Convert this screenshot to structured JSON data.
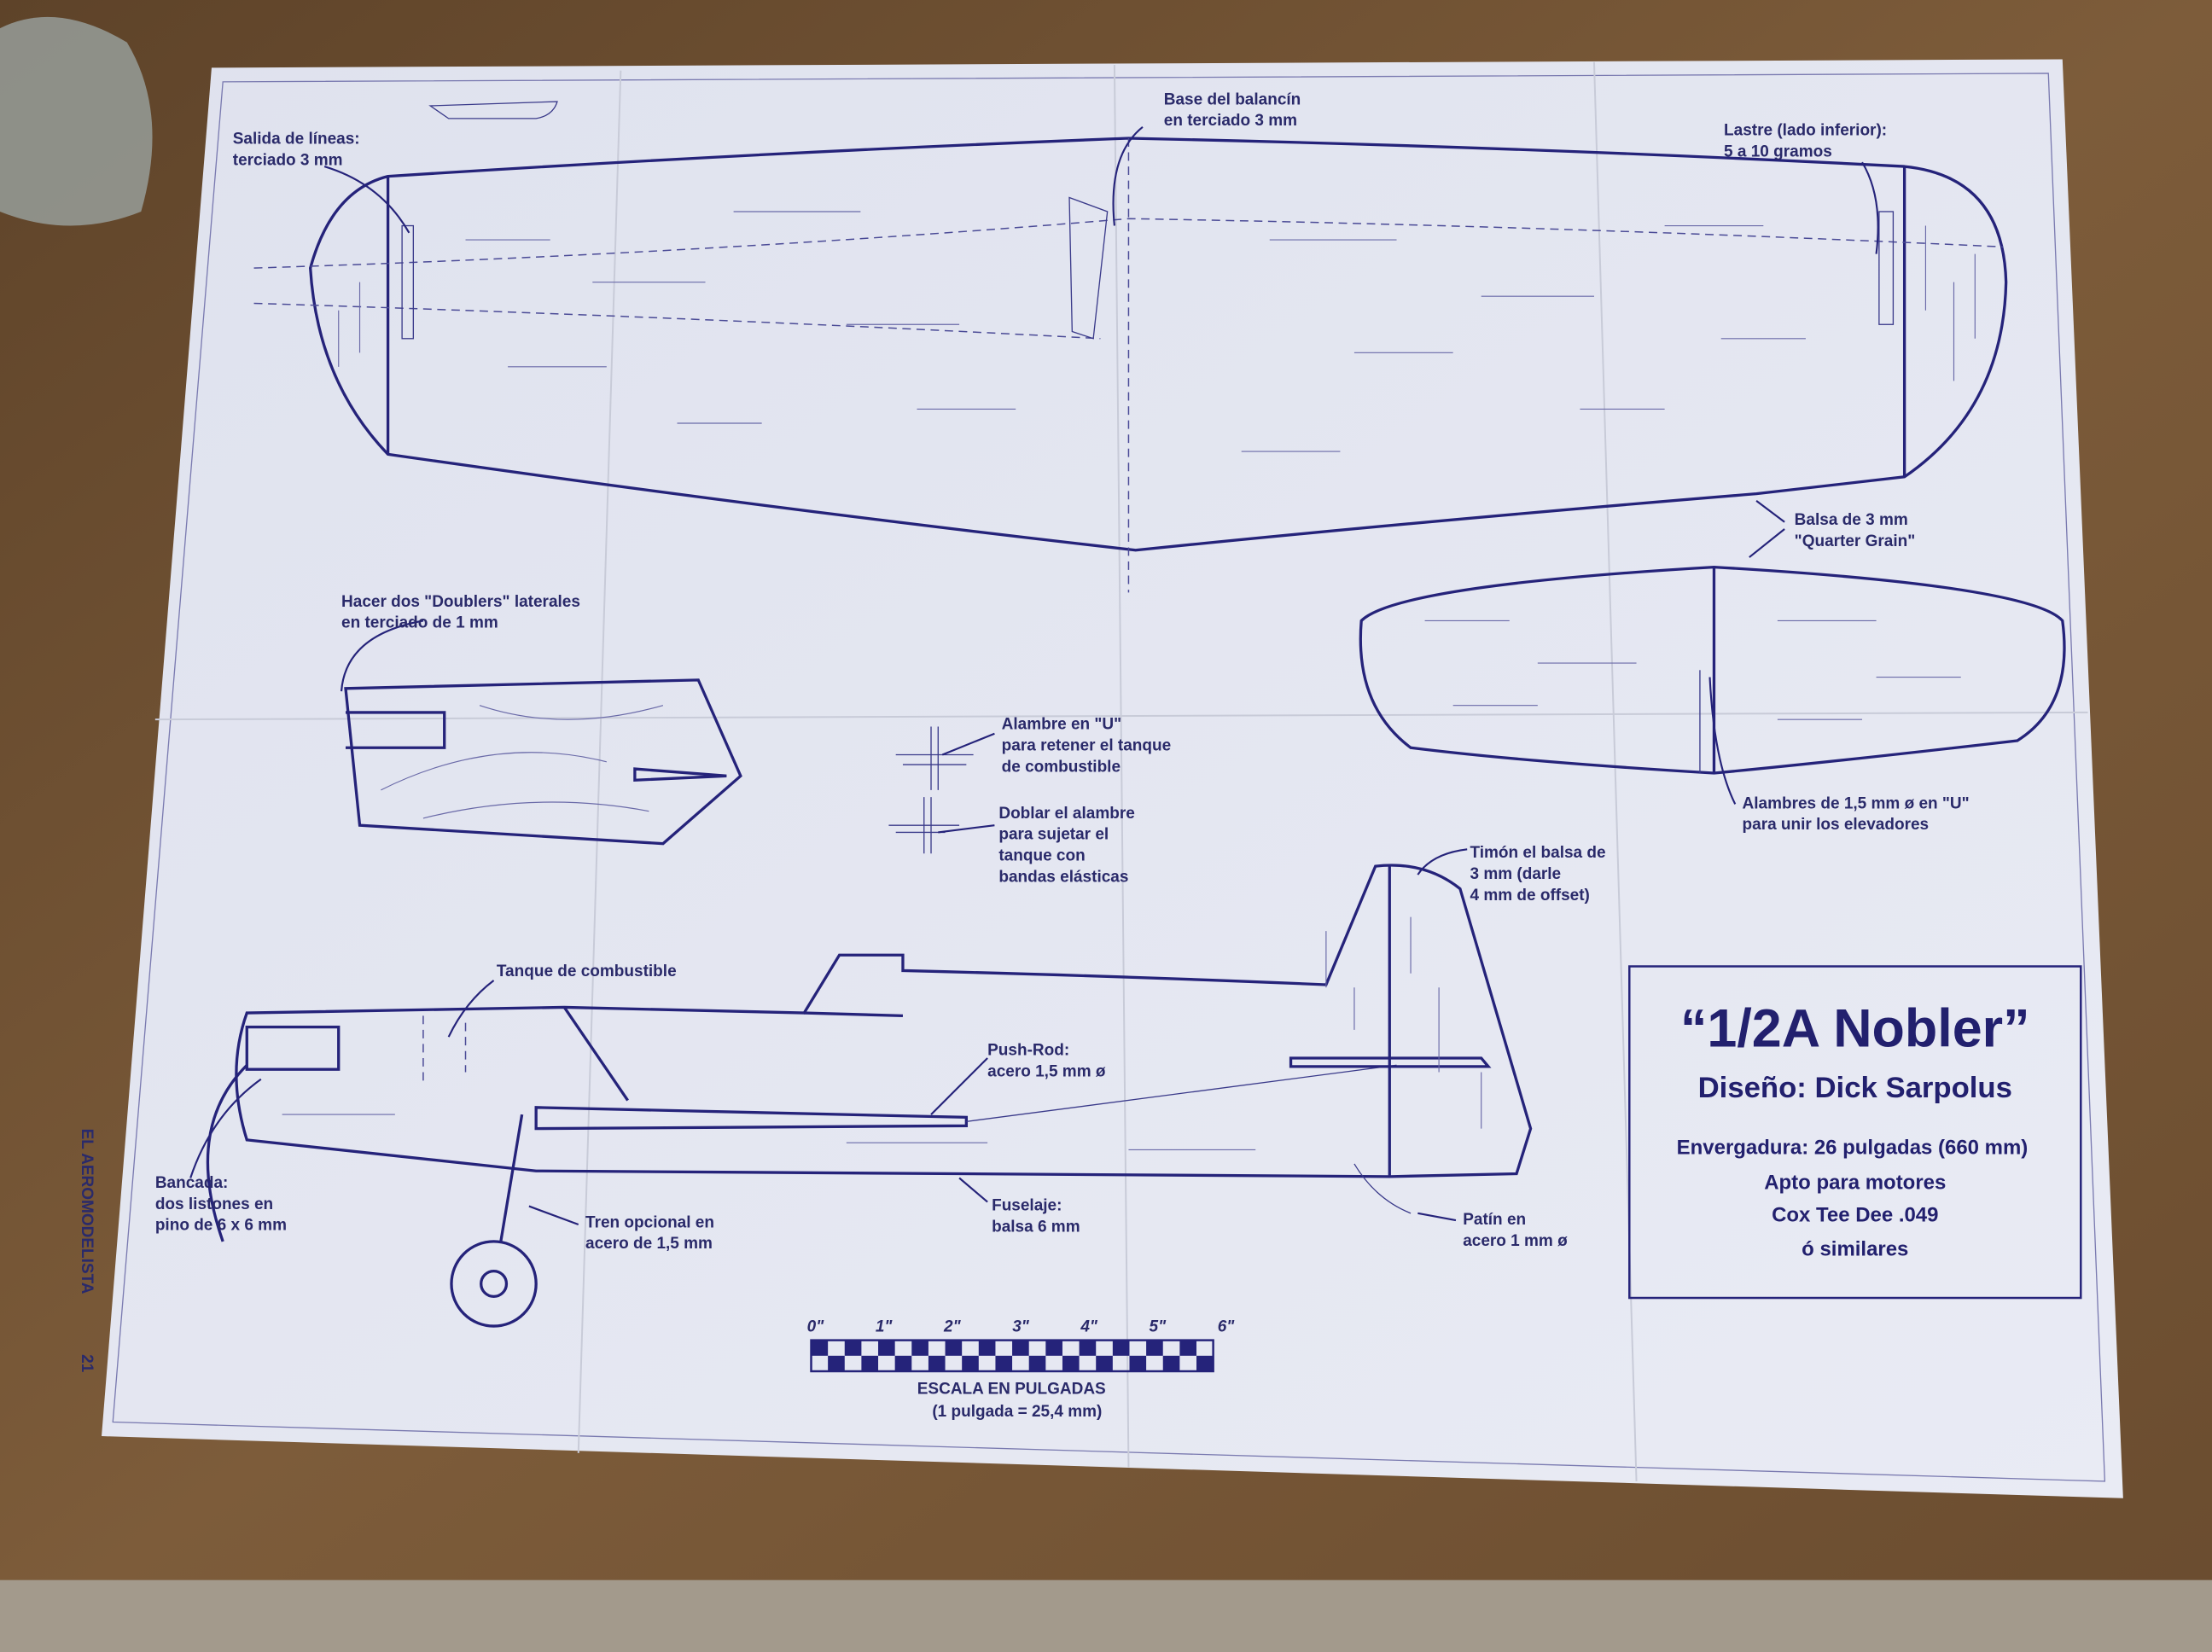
{
  "title_block": {
    "name": "“1/2A Nobler”",
    "design": "Diseño: Dick Sarpolus",
    "specs": [
      "Envergadura: 26 pulgadas (660 mm)",
      "Apto para motores",
      "Cox Tee Dee .049",
      "ó similares"
    ]
  },
  "labels": {
    "salida": [
      "Salida de líneas:",
      "terciado 3 mm"
    ],
    "base": [
      "Base del balancín",
      "en terciado 3 mm"
    ],
    "lastre": [
      "Lastre (lado inferior):",
      "5 a 10 gramos"
    ],
    "balsa": [
      "Balsa de 3 mm",
      "\"Quarter Grain\""
    ],
    "doublers": [
      "Hacer dos \"Doublers\" laterales",
      "en terciado de 1 mm"
    ],
    "alambre_u": [
      "Alambre en \"U\"",
      "para retener el tanque",
      "de combustible"
    ],
    "doblar": [
      "Doblar el alambre",
      "para sujetar el",
      "tanque con",
      "bandas elásticas"
    ],
    "alambres": [
      "Alambres de 1,5 mm ø en \"U\"",
      "para unir los elevadores"
    ],
    "timon": [
      "Timón el balsa de",
      "3 mm (darle",
      "4 mm de offset)"
    ],
    "tanque": [
      "Tanque de combustible"
    ],
    "pushrod": [
      "Push-Rod:",
      "acero 1,5 mm ø"
    ],
    "bancada": [
      "Bancada:",
      "dos listones en",
      "pino de 6 x 6 mm"
    ],
    "tren": [
      "Tren opcional en",
      "acero de 1,5 mm"
    ],
    "fuselaje": [
      "Fuselaje:",
      "balsa 6 mm"
    ],
    "patin": [
      "Patín en",
      "acero 1 mm ø"
    ]
  },
  "scale": {
    "ticks": [
      "0\"",
      "1\"",
      "2\"",
      "3\"",
      "4\"",
      "5\"",
      "6\""
    ],
    "title": "ESCALA EN PULGADAS",
    "note": "(1 pulgada = 25,4 mm)"
  },
  "margin": {
    "publication": "EL AEROMODELISTA",
    "page": "21"
  },
  "colors": {
    "ink": "#25237a",
    "paper": "#e4e7f0",
    "table": "#6e5235"
  }
}
